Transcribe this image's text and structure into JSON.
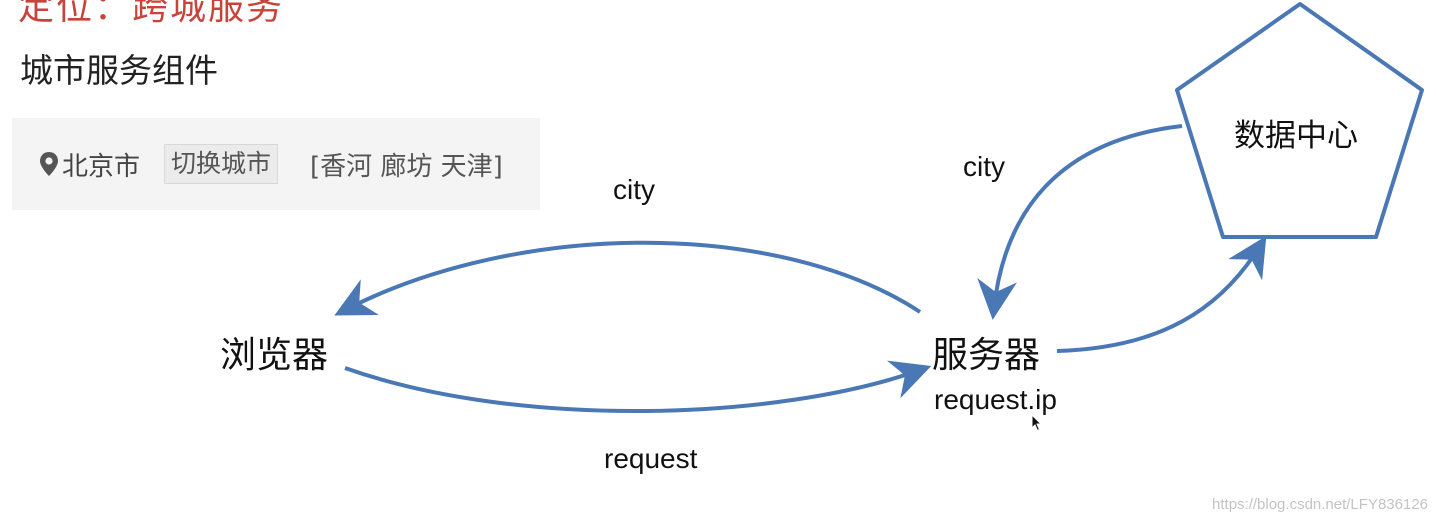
{
  "page": {
    "cut_title": "定位：跨城服务",
    "heading": "城市服务组件"
  },
  "city_widget": {
    "current_city": "北京市",
    "switch_button": "切换城市",
    "nearby_cities": "[香河 廊坊 天津]"
  },
  "diagram": {
    "nodes": {
      "browser": "浏览器",
      "server": "服务器",
      "server_note": "request.ip",
      "data_center": "数据中心"
    },
    "edges": {
      "server_to_browser": "city",
      "browser_to_server": "request",
      "datacenter_to_server": "city"
    },
    "colors": {
      "arrow": "#4a78b5",
      "pentagon": "#4a78b5"
    }
  },
  "watermark": "https://blog.csdn.net/LFY836126"
}
